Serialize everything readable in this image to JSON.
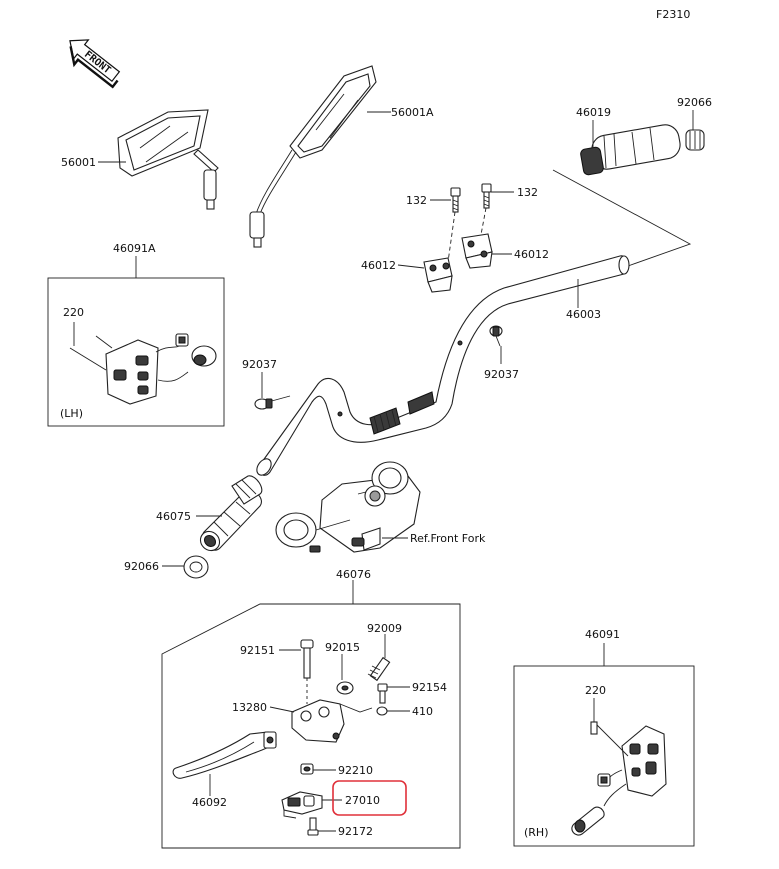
{
  "diagram_code": "F2310",
  "front_label": "FRONT",
  "labels": {
    "p56001": "56001",
    "p56001a": "56001A",
    "p46019": "46019",
    "p92066_top": "92066",
    "p132_left": "132",
    "p132_right": "132",
    "p46012_left": "46012",
    "p46012_right": "46012",
    "p46003": "46003",
    "p46091a": "46091A",
    "p220_lh": "220",
    "lh": "(LH)",
    "p92037_left": "92037",
    "p92037_right": "92037",
    "p46075": "46075",
    "ref_front_fork": "Ref.Front Fork",
    "p92066_bottom": "92066",
    "p46076": "46076",
    "p92009": "92009",
    "p92151": "92151",
    "p92015": "92015",
    "p92154": "92154",
    "p13280": "13280",
    "p410": "410",
    "p92210": "92210",
    "p46092": "46092",
    "p27010": "27010",
    "p92172": "92172",
    "p46091": "46091",
    "p220_rh": "220",
    "rh": "(RH)"
  },
  "highlight": {
    "part": "27010",
    "color": "#e0303a"
  }
}
